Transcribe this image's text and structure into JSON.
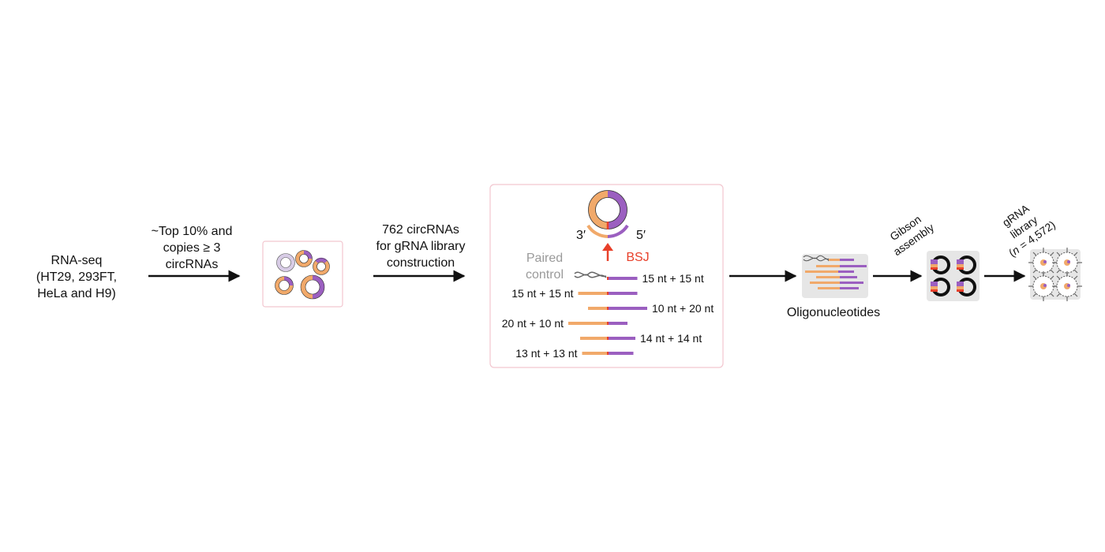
{
  "colors": {
    "orange": "#f1a96a",
    "purple": "#9b5fc0",
    "red": "#e8402a",
    "gray_text": "#9a9a9a",
    "pink_border": "#f2c6cf",
    "panel_gray": "#e6e6e6",
    "arrow": "#111111"
  },
  "icons": [
    "circrna-ring-icon",
    "helix-icon",
    "plasmid-icon",
    "cell-icon"
  ],
  "steps": {
    "rnaseq": [
      "RNA-seq",
      "(HT29, 293FT,",
      "HeLa and H9)"
    ],
    "filter": {
      "line1": "~Top 10% and",
      "line2_pre": "copies ",
      "line2_sym": "≥",
      "line2_post": " 3",
      "line3": "circRNAs"
    },
    "selection": [
      "762 circRNAs",
      "for gRNA library",
      "construction"
    ],
    "oligos": "Oligonucleotides",
    "gibson": [
      "Gibson",
      "assembly"
    ],
    "library": {
      "line1": "gRNA",
      "line2": "library",
      "line3_open": "(",
      "line3_n": "n",
      "line3_rest": " = 4,572)"
    }
  },
  "design": {
    "end_3prime": "3′",
    "end_5prime": "5′",
    "bsj": "BSJ",
    "paired_control": [
      "Paired",
      "control"
    ],
    "guides": [
      {
        "label": "15 nt + 15 nt",
        "left_nt": 0,
        "right_nt": 15,
        "label_side": "right",
        "has_helix": true
      },
      {
        "label": "15 nt + 15 nt",
        "left_nt": 15,
        "right_nt": 15,
        "label_side": "left",
        "has_helix": false
      },
      {
        "label": "10 nt + 20 nt",
        "left_nt": 10,
        "right_nt": 20,
        "label_side": "right",
        "has_helix": false
      },
      {
        "label": "20 nt + 10 nt",
        "left_nt": 20,
        "right_nt": 10,
        "label_side": "left",
        "has_helix": false
      },
      {
        "label": "14 nt + 14 nt",
        "left_nt": 14,
        "right_nt": 14,
        "label_side": "right",
        "has_helix": false
      },
      {
        "label": "13 nt + 13 nt",
        "left_nt": 13,
        "right_nt": 13,
        "label_side": "left",
        "has_helix": false
      }
    ]
  }
}
